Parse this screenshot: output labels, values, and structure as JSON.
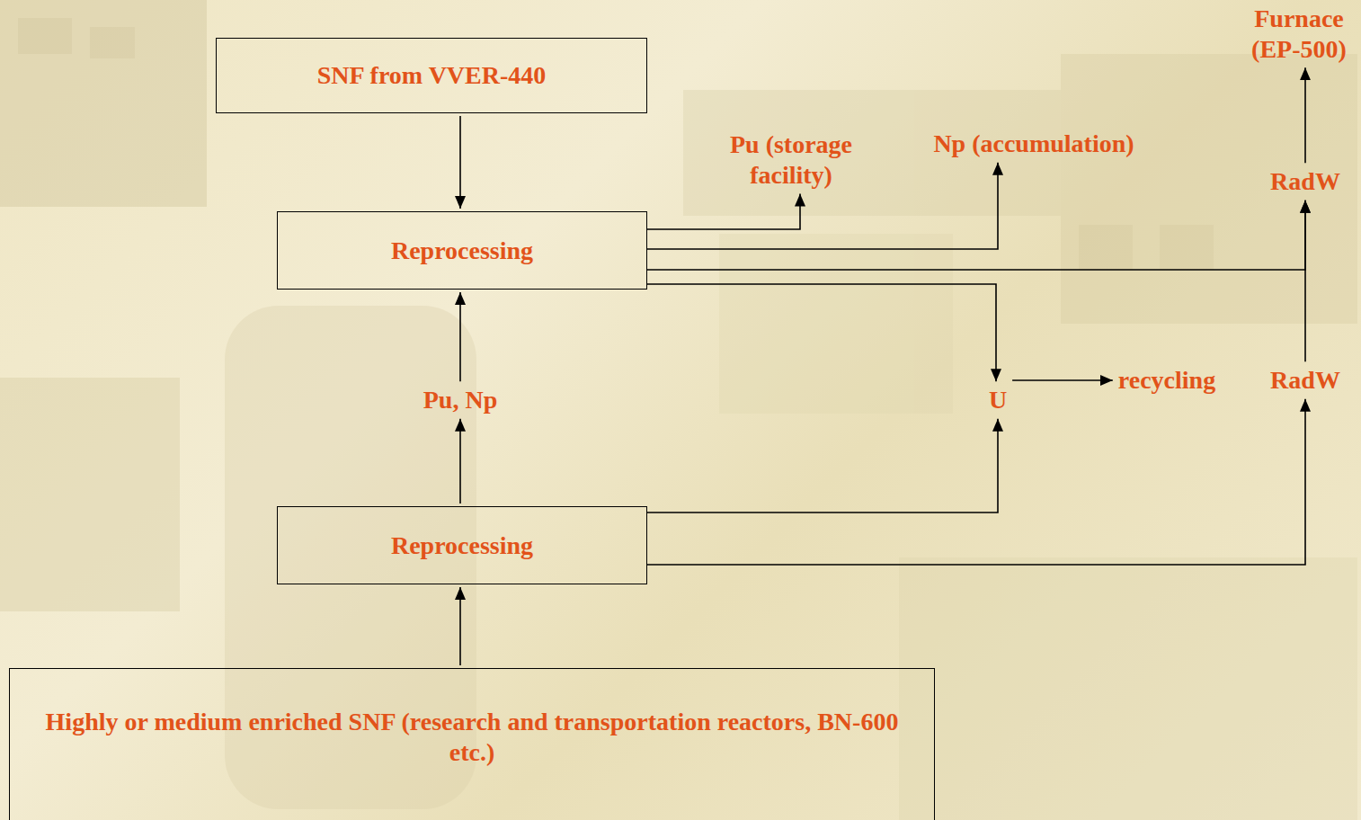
{
  "diagram": {
    "nodes": [
      {
        "text": [
          "SNF from VVER-440"
        ]
      },
      {
        "text": [
          "Furnace (EP-500)"
        ]
      },
      {
        "text": [
          "Pu (storage facility)"
        ]
      },
      {
        "text": [
          "Np (accumulation)"
        ]
      },
      {
        "text": [
          "RadW"
        ]
      },
      {
        "text": [
          "Reprocessing"
        ]
      },
      {
        "text": [
          "Pu, Np"
        ]
      },
      {
        "text": [
          "U"
        ]
      },
      {
        "text": [
          "recycling"
        ]
      },
      {
        "text": [
          "RadW"
        ]
      },
      {
        "text": [
          "Reprocessing"
        ]
      },
      {
        "text": [
          "Highly or medium enriched SNF (research and transportation reactors, BN-600 etc.)"
        ]
      }
    ],
    "edges": [
      {
        "from": 0,
        "to": 5,
        "arrow": "to"
      },
      {
        "from": 5,
        "to": 2,
        "arrow": "to"
      },
      {
        "from": 5,
        "to": 3,
        "arrow": "to"
      },
      {
        "from": 5,
        "to": 4,
        "arrow": "to"
      },
      {
        "from": 5,
        "to": 7,
        "arrow": "to"
      },
      {
        "from": 7,
        "to": 8,
        "arrow": "to"
      },
      {
        "from": 9,
        "to": 4,
        "arrow": "to"
      },
      {
        "from": 4,
        "to": 1,
        "arrow": "to"
      },
      {
        "from": 10,
        "to": 6,
        "arrow": "to"
      },
      {
        "from": 6,
        "to": 5,
        "arrow": "to"
      },
      {
        "from": 10,
        "to": 7,
        "arrow": "to"
      },
      {
        "from": 10,
        "to": 9,
        "arrow": "to"
      },
      {
        "from": 11,
        "to": 10,
        "arrow": "to"
      }
    ]
  }
}
